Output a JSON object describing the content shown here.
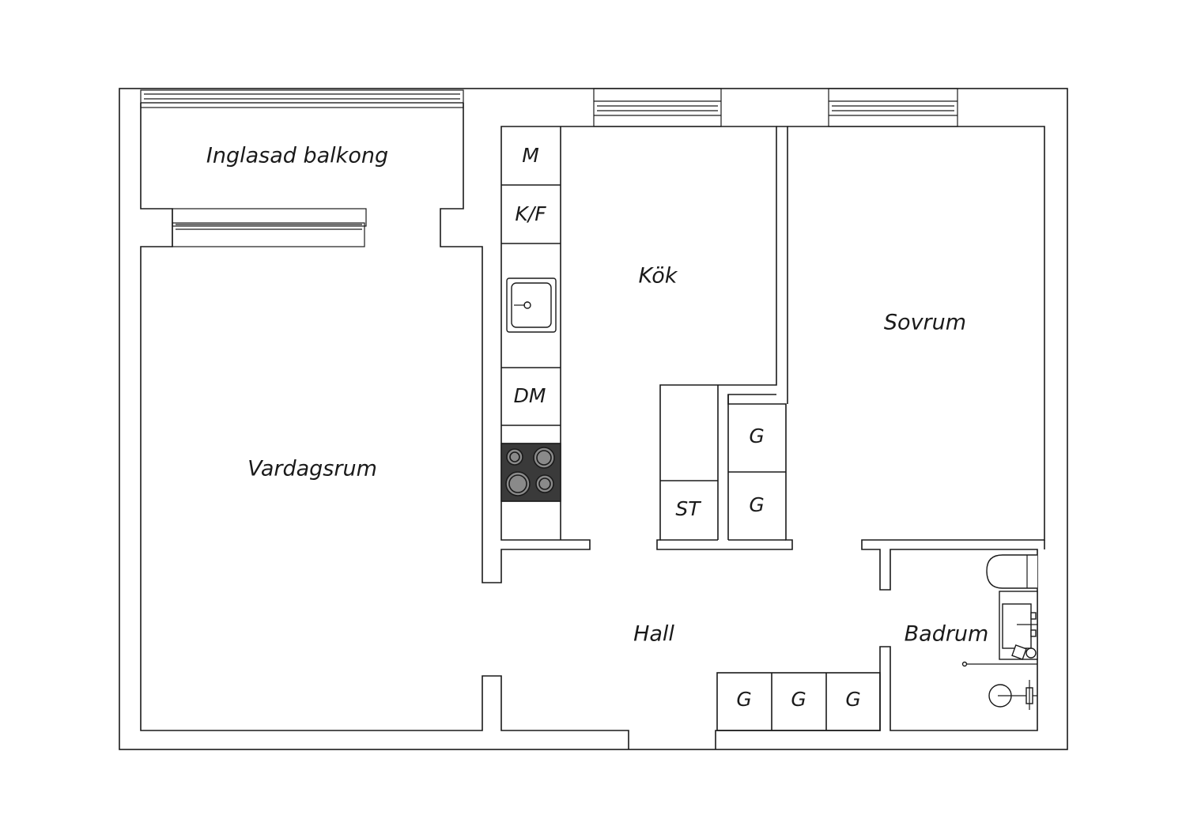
{
  "rooms": {
    "balcony": "Inglasad balkong",
    "living": "Vardagsrum",
    "kitchen": "Kök",
    "bedroom": "Sovrum",
    "hall": "Hall",
    "bathroom": "Badrum"
  },
  "appliances": {
    "microwave": "M",
    "fridge_freezer": "K/F",
    "dishwasher": "DM",
    "storage": "ST",
    "wardrobe": "G"
  }
}
